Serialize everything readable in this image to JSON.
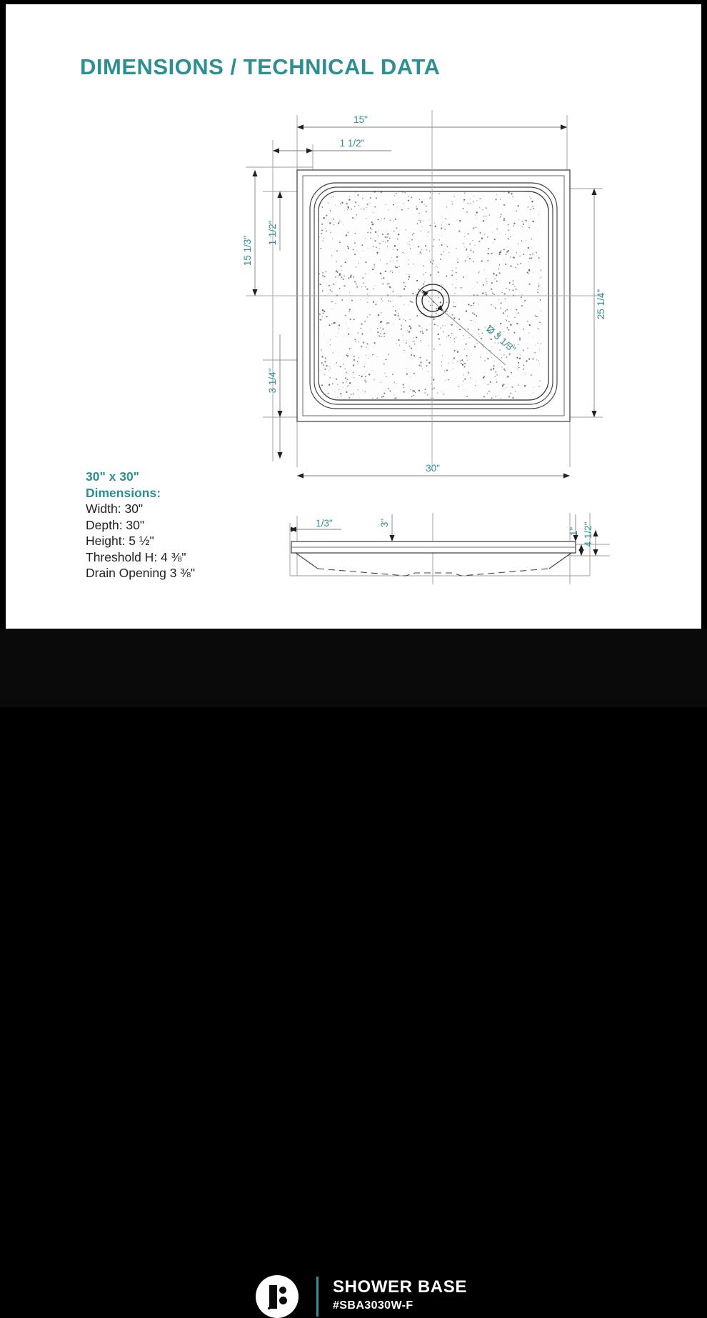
{
  "page": {
    "title": "DIMENSIONS / TECHNICAL DATA",
    "accent_color": "#2d8f93",
    "line_color": "#58595b",
    "background": "#ffffff",
    "footer_background": "#0a0a0a"
  },
  "specs": {
    "heading_size": "30\" x 30\"",
    "heading_label": "Dimensions:",
    "width": "Width: 30\"",
    "depth": "Depth: 30\"",
    "height": "Height: 5 ½\"",
    "threshold": "Threshold H: 4 ⅜\"",
    "drain": "Drain Opening 3 ⅜\""
  },
  "plan_view": {
    "dim_top_overall": "15\"",
    "dim_top_inset": "1 1/2\"",
    "dim_left_overall": "15 1/3\"",
    "dim_left_inset": "1 1/2\"",
    "dim_left_lower": "3 1/4\"",
    "dim_right": "25 1/4\"",
    "dim_bottom": "30\"",
    "drain_callout": "Ø 3 1/3\""
  },
  "elevation_view": {
    "dim_left": "1/3\"",
    "dim_center": "3\"",
    "dim_right_inner": "1\"",
    "dim_right_outer": "4 1/2\""
  },
  "footer": {
    "product_name": "SHOWER BASE",
    "sku": "#SBA3030W-F"
  }
}
